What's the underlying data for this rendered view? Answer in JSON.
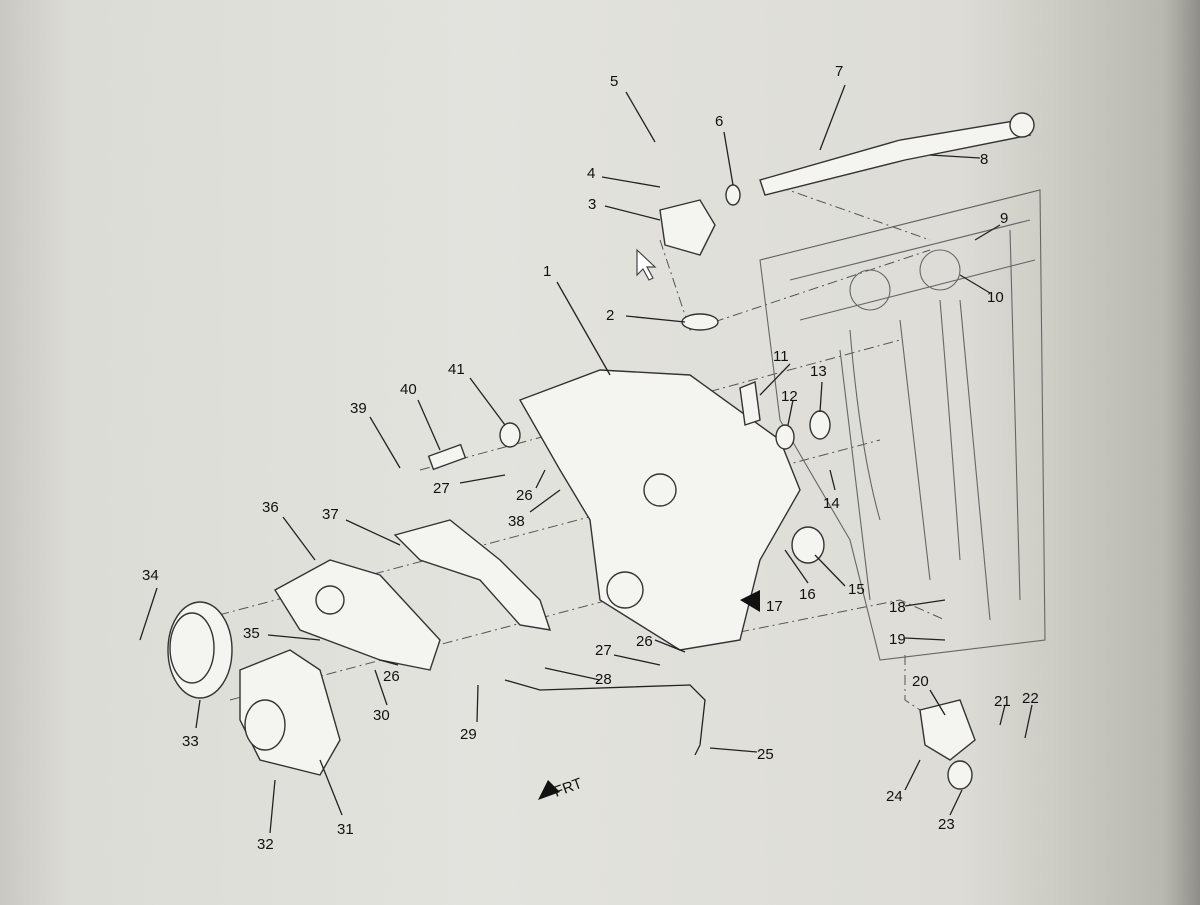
{
  "diagram": {
    "title_mark": "FRT",
    "callouts": [
      "1",
      "2",
      "3",
      "4",
      "5",
      "6",
      "7",
      "8",
      "9",
      "10",
      "11",
      "12",
      "13",
      "14",
      "15",
      "16",
      "17",
      "18",
      "19",
      "20",
      "21",
      "22",
      "23",
      "24",
      "25",
      "26",
      "26",
      "26",
      "27",
      "27",
      "28",
      "29",
      "30",
      "31",
      "32",
      "33",
      "34",
      "35",
      "36",
      "37",
      "38",
      "39",
      "40",
      "41"
    ]
  }
}
